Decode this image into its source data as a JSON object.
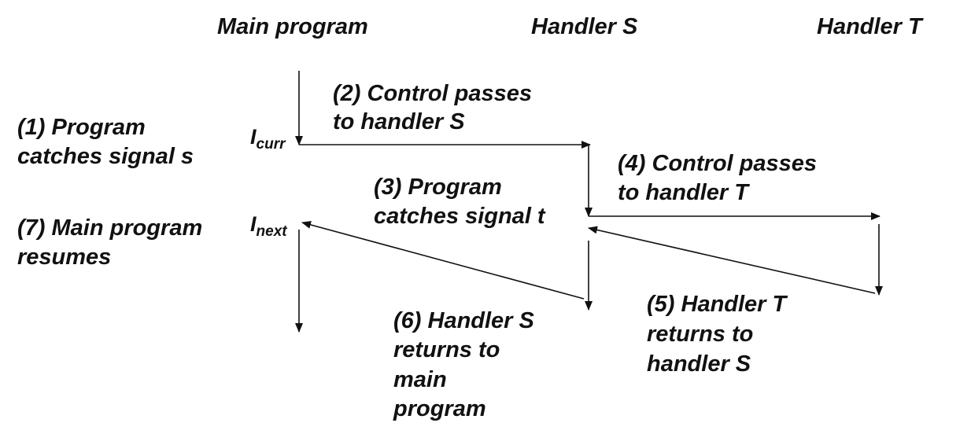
{
  "columns": {
    "main": "Main program",
    "handler_s": "Handler S",
    "handler_t": "Handler T"
  },
  "instructions": {
    "curr": {
      "base": "I",
      "sub": "curr"
    },
    "next": {
      "base": "I",
      "sub": "next"
    }
  },
  "steps": {
    "s1": [
      "(1) Program",
      "catches signal s"
    ],
    "s2": [
      "(2) Control passes",
      "to handler S"
    ],
    "s3": [
      "(3) Program",
      "catches signal t"
    ],
    "s4": [
      "(4)  Control passes",
      "to handler T"
    ],
    "s5": [
      "(5) Handler T",
      "returns to",
      "handler S"
    ],
    "s6": [
      "(6) Handler S",
      "returns to",
      "main",
      "program"
    ],
    "s7": [
      "(7) Main program",
      "resumes"
    ]
  },
  "colors": {
    "line": "#111111",
    "text": "#111111"
  }
}
